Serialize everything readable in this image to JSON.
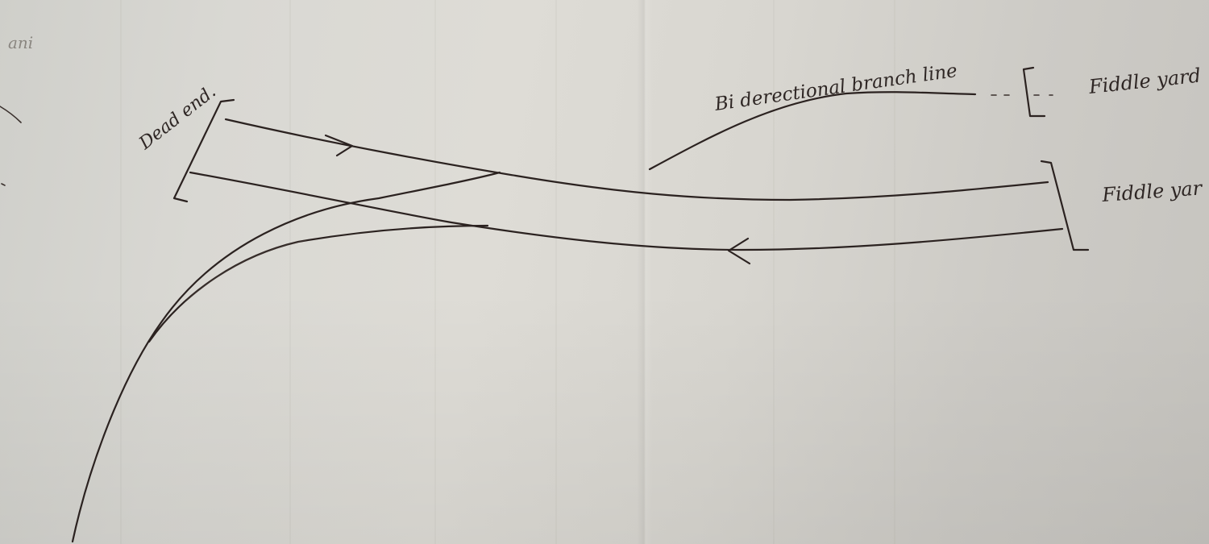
{
  "labels": {
    "dead_end": "Dead end.",
    "branch_line": "Bi derectional branch line",
    "fiddle_yard_top": "Fiddle yard",
    "fiddle_yard_right": "Fiddle yar",
    "corner_note": "ani"
  },
  "colors": {
    "ink": "#2b2220",
    "paper": "#dcdad4"
  },
  "icons": {
    "direction_right": "arrow-right-icon",
    "direction_left": "arrow-left-icon"
  }
}
